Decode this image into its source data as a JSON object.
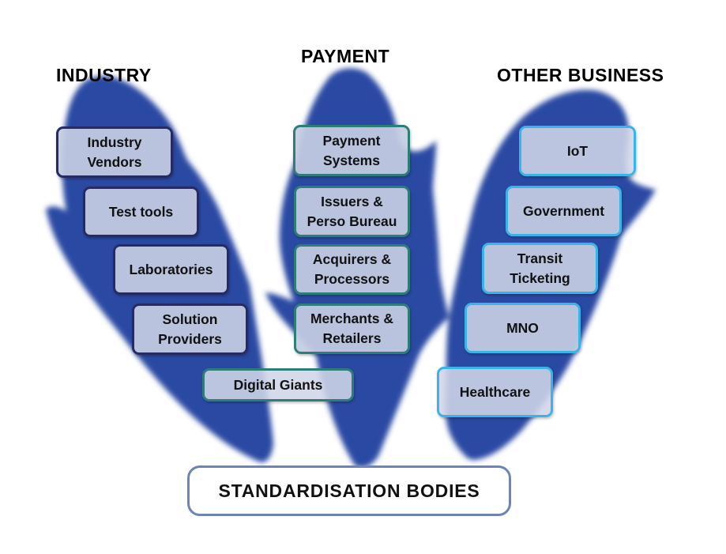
{
  "headings": {
    "industry": "INDUSTRY",
    "payment": "PAYMENT",
    "other_business": "OTHER BUSINESS"
  },
  "industry": {
    "items": [
      "Industry\nVendors",
      "Test tools",
      "Laboratories",
      "Solution\nProviders"
    ]
  },
  "payment": {
    "items": [
      "Payment\nSystems",
      "Issuers &\nPerso Bureau",
      "Acquirers &\nProcessors",
      "Merchants &\nRetailers"
    ]
  },
  "digital_giants": "Digital Giants",
  "other_business": {
    "items": [
      "IoT",
      "Government",
      "Transit\nTicketing",
      "MNO",
      "Healthcare"
    ]
  },
  "standardisation": "STANDARDISATION BODIES",
  "colors": {
    "leaf": "#2b4aa3",
    "industry_border": "#272b63",
    "payment_border": "#2e7d78",
    "other_border": "#39b3e8",
    "box_fill": "#c4cce2",
    "standardisation_border": "#6f83b6"
  }
}
